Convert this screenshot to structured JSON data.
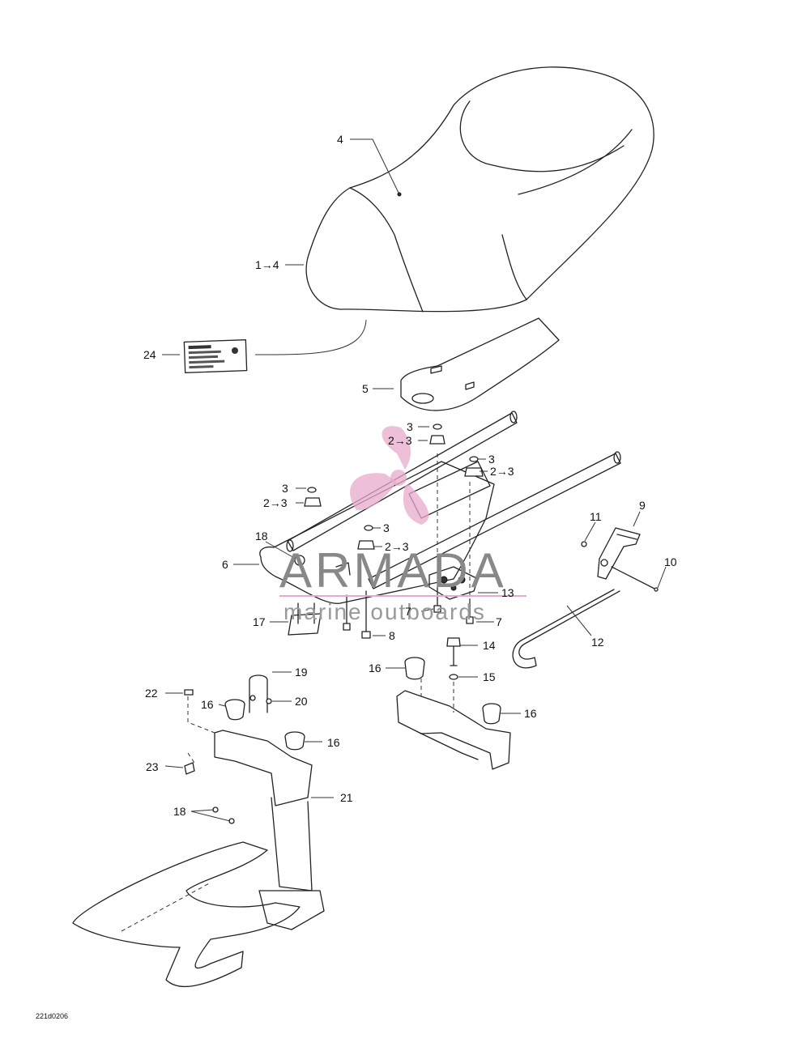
{
  "callouts": {
    "c4": "4",
    "c1to4": "1→4",
    "c24": "24",
    "c5": "5",
    "c3a": "3",
    "c2to3a": "2→3",
    "c3b": "3",
    "c2to3b": "2→3",
    "c3c": "3",
    "c2to3c": "2→3",
    "c3d": "3",
    "c2to3d": "2→3",
    "c18a": "18",
    "c6": "6",
    "c11": "11",
    "c9": "9",
    "c10": "10",
    "c13": "13",
    "c7a": "7",
    "c7b": "7",
    "c17": "17",
    "c8": "8",
    "c12": "12",
    "c14": "14",
    "c19": "19",
    "c16a": "16",
    "c15": "15",
    "c22": "22",
    "c16b": "16",
    "c20": "20",
    "c16c": "16",
    "c16d": "16",
    "c23": "23",
    "c21": "21",
    "c18b": "18"
  },
  "drawing_code": "221d0206",
  "watermark": {
    "title": "ARMADA",
    "subtitle": "marine outboards"
  },
  "colors": {
    "line": "#222222",
    "watermark_pink": "#e7a9cc",
    "watermark_gray": "#888888"
  }
}
